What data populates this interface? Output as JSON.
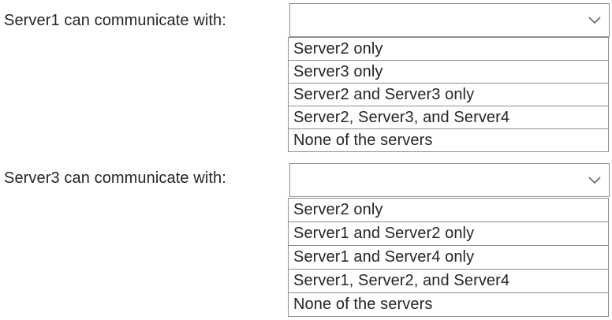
{
  "colors": {
    "background": "#ffffff",
    "text": "#252525",
    "border": "#8f8f8f",
    "chevron": "#6e6e6e"
  },
  "icons": {
    "dropdown_chevron": "chevron-down-icon"
  },
  "questions": [
    {
      "label": "Server1 can communicate with:",
      "selected_value": "",
      "options": [
        "Server2 only",
        "Server3 only",
        "Server2 and Server3 only",
        "Server2, Server3, and Server4",
        "None of the servers"
      ]
    },
    {
      "label": "Server3 can communicate with:",
      "selected_value": "",
      "options": [
        "Server2 only",
        "Server1 and Server2 only",
        "Server1 and Server4 only",
        "Server1, Server2, and Server4",
        "None of the servers"
      ]
    }
  ]
}
